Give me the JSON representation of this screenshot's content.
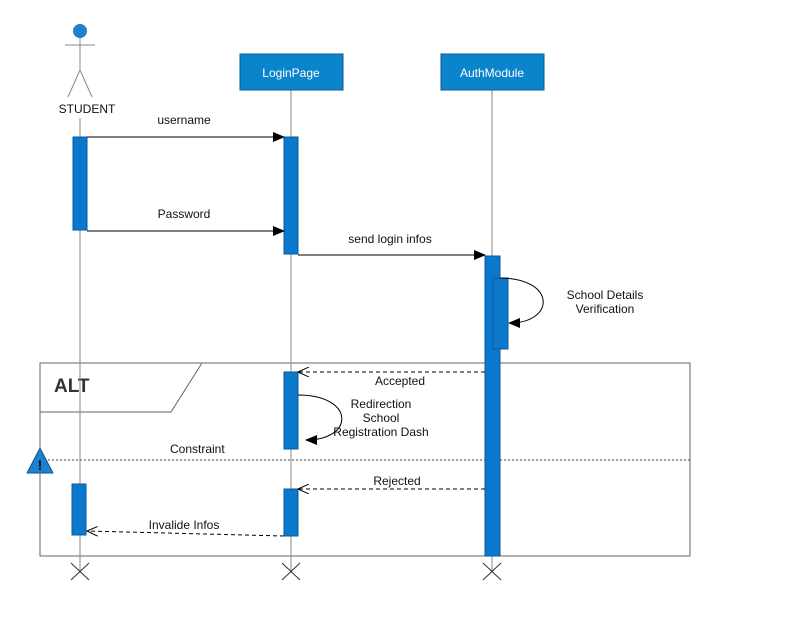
{
  "actor": {
    "name": "STUDENT",
    "color": "#1f7fd0"
  },
  "participants": [
    {
      "id": "login",
      "label": "LoginPage",
      "fill": "#0b84cc",
      "stroke": "#0a5a8c"
    },
    {
      "id": "auth",
      "label": "AuthModule",
      "fill": "#0b84cc",
      "stroke": "#0a5a8c"
    }
  ],
  "messages": {
    "username": "username",
    "password": "Password",
    "send_login": "send login infos",
    "verification_line1": "School Details",
    "verification_line2": "Verification",
    "accepted": "Accepted",
    "redirect_line1": "Redirection",
    "redirect_line2": "School",
    "redirect_line3": "Registration Dash",
    "rejected": "Rejected",
    "invalid": "Invalide Infos"
  },
  "alt_frame": {
    "label": "ALT",
    "guard": "Constraint",
    "warning_glyph": "!",
    "warning_icon": "warning-triangle-icon"
  },
  "colors": {
    "activation": "#0b78cc",
    "lifeline": "#8a8a8a",
    "frame": "#666666"
  }
}
